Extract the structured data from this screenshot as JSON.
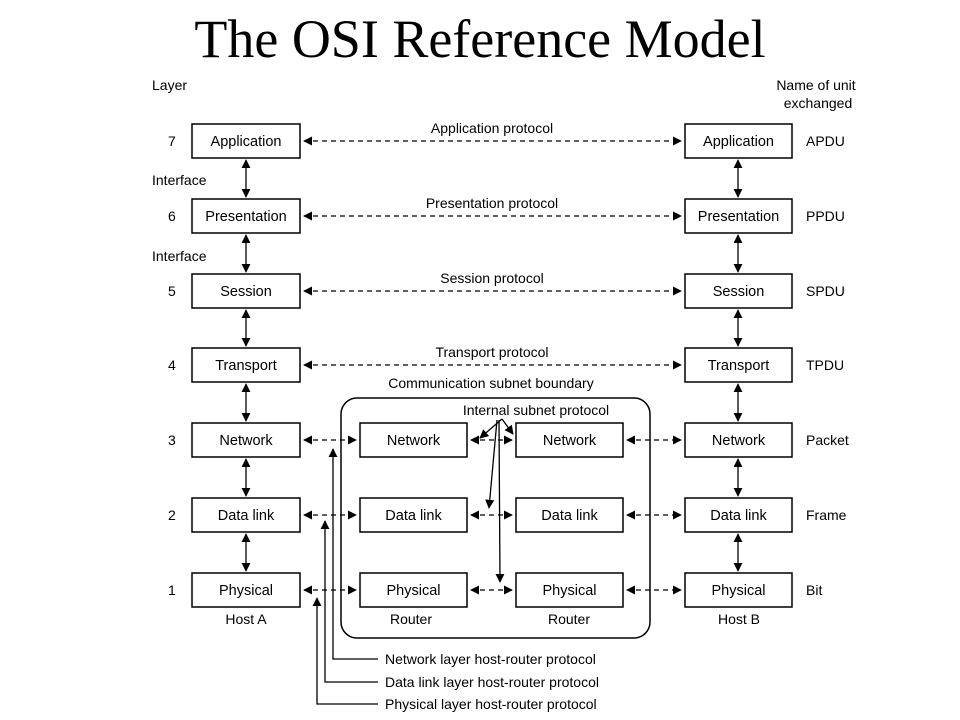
{
  "title": "The OSI Reference Model",
  "headers": {
    "layer": "Layer",
    "unit_line1": "Name of unit",
    "unit_line2": "exchanged"
  },
  "layers": [
    {
      "num": "7",
      "name": "Application",
      "unit": "APDU",
      "protocol": "Application protocol"
    },
    {
      "num": "6",
      "name": "Presentation",
      "unit": "PPDU",
      "protocol": "Presentation protocol"
    },
    {
      "num": "5",
      "name": "Session",
      "unit": "SPDU",
      "protocol": "Session protocol"
    },
    {
      "num": "4",
      "name": "Transport",
      "unit": "TPDU",
      "protocol": "Transport protocol"
    },
    {
      "num": "3",
      "name": "Network",
      "unit": "Packet",
      "protocol": ""
    },
    {
      "num": "2",
      "name": "Data link",
      "unit": "Frame",
      "protocol": ""
    },
    {
      "num": "1",
      "name": "Physical",
      "unit": "Bit",
      "protocol": ""
    }
  ],
  "interface_label": "Interface",
  "subnet_boundary_label": "Communication subnet boundary",
  "internal_subnet_protocol": "Internal subnet protocol",
  "host_a": "Host A",
  "host_b": "Host B",
  "router_label": "Router",
  "host_router_protocols": [
    "Network layer host-router protocol",
    "Data link layer host-router protocol",
    "Physical layer host-router protocol"
  ]
}
